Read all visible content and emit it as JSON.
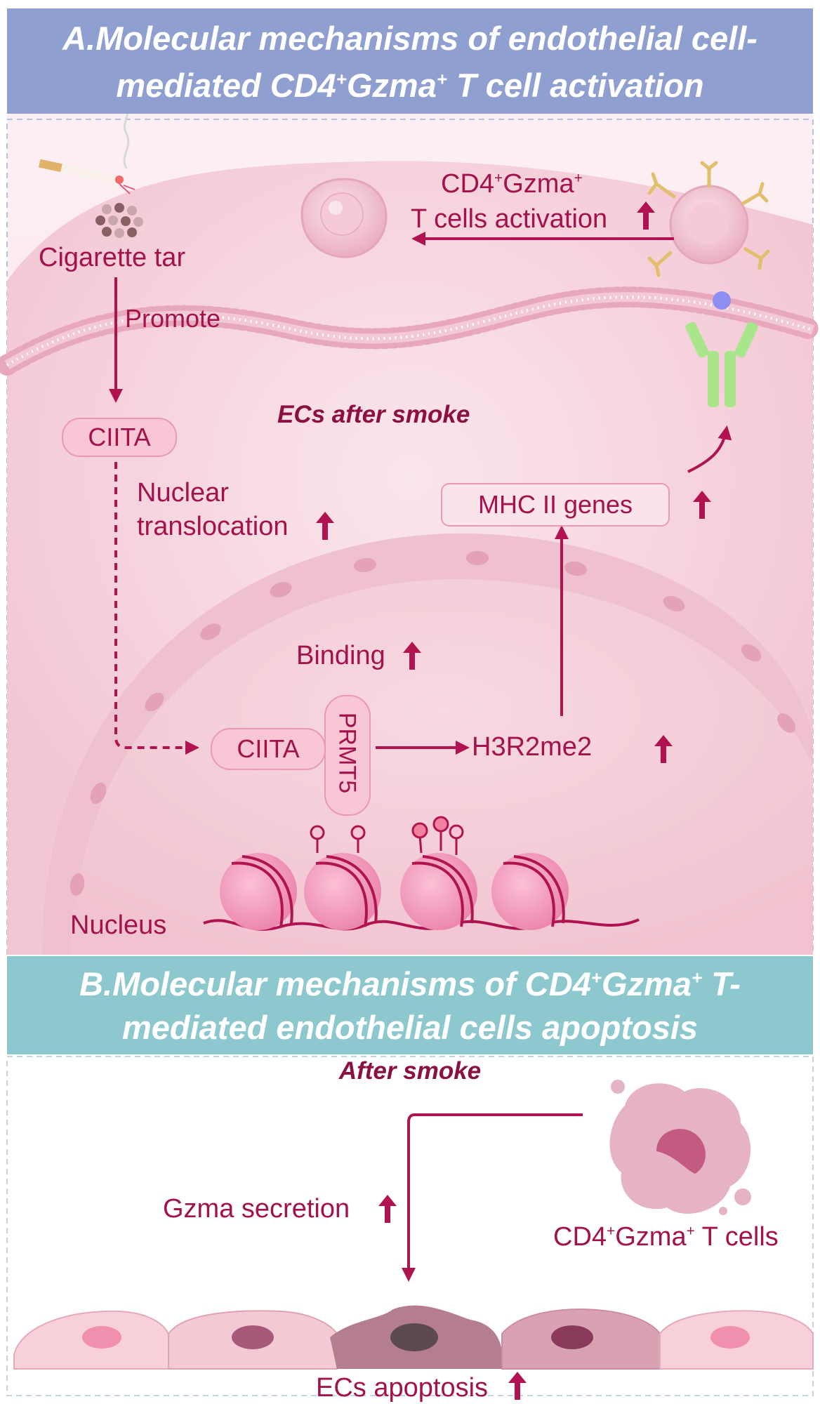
{
  "panel_a": {
    "title_line1": "A.Molecular mechanisms of endothelial cell-",
    "title_line2_pre": "mediated CD4",
    "title_line2_mid": "Gzma",
    "title_line2_post": " T cell activation",
    "sup": "+",
    "title_bg": "#8f9fd0"
  },
  "labels": {
    "cigarette_tar": "Cigarette tar",
    "promote": "Promote",
    "ciita": "CIITA",
    "ecs_after_smoke": "ECs after smoke",
    "nuclear": "Nuclear",
    "translocation": "translocation",
    "mhc_genes": "MHC II genes",
    "cd4_pre": "CD4",
    "gzma": "Gzma",
    "t_cells_activation": "T cells activation",
    "binding": "Binding",
    "ciita_nuclear": "CIITA",
    "prmt5": "PRMT5",
    "h3r2me2": "H3R2me2",
    "nucleus": "Nucleus",
    "sup": "+"
  },
  "panel_b": {
    "title_line1_pre": "B.Molecular mechanisms of CD4",
    "title_line1_mid": "Gzma",
    "title_line1_post": " T-",
    "title_line2": "mediated endothelial cells apoptosis",
    "sup": "+",
    "title_bg": "#8ec8cf",
    "after_smoke": "After smoke",
    "gzma_secretion": "Gzma secretion",
    "cd4_label_pre": "CD4",
    "cd4_label_mid": "Gzma",
    "cd4_label_post": " T cells",
    "ecs_apoptosis": "ECs apoptosis"
  },
  "colors": {
    "accent": "#b0134f",
    "pink_fill": "#f6d3dd",
    "membrane": "#e9aebf"
  },
  "icons": [
    "cigarette-icon",
    "tar-particles-icon",
    "t-cell-icon",
    "activated-t-cell-icon",
    "mhc-receptor-icon",
    "nucleosome-icon",
    "apoptotic-cell-icon",
    "endothelial-cell-icon",
    "up-arrow-icon"
  ]
}
